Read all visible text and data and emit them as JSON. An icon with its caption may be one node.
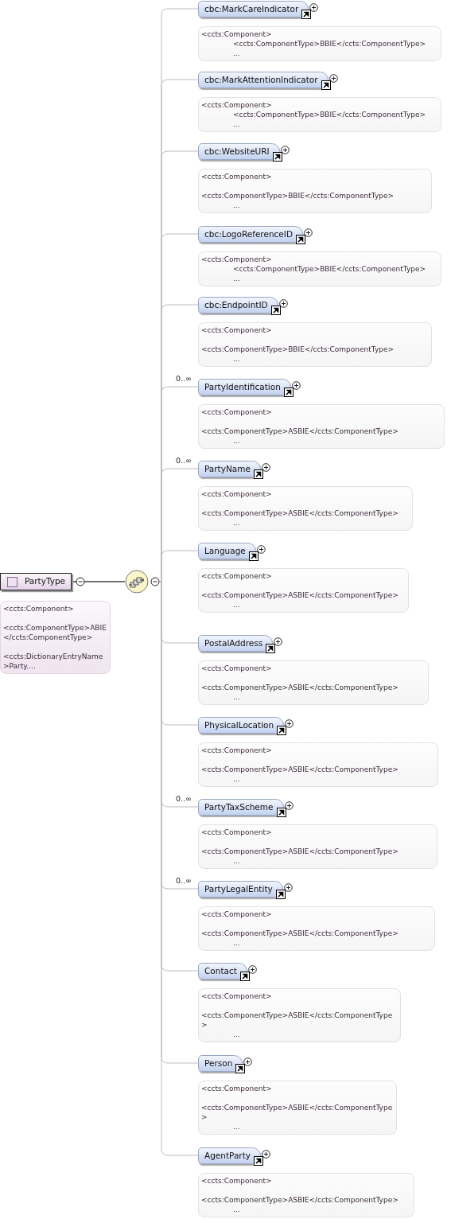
{
  "diagram": {
    "nodes": [
      {
        "text": [
          "PartyType"
        ]
      },
      {
        "text": [
          "<ccts:Component>",
          "<ccts:ComponentType>ABIE</ccts:ComponentType>",
          "<ccts:DictionaryEntryName>Party...."
        ]
      },
      {
        "text": [],
        "shape": "circle"
      },
      {
        "text": [
          "cbc:MarkCareIndicator"
        ]
      },
      {
        "text": [
          "<ccts:Component>",
          "<ccts:ComponentType>BBIE</ccts:ComponentType>",
          "..."
        ]
      },
      {
        "text": [
          "cbc:MarkAttentionIndicator"
        ]
      },
      {
        "text": [
          "<ccts:Component>",
          "<ccts:ComponentType>BBIE</ccts:ComponentType>",
          "..."
        ]
      },
      {
        "text": [
          "cbc:WebsiteURI"
        ]
      },
      {
        "text": [
          "<ccts:Component>",
          "<ccts:ComponentType>BBIE</ccts:ComponentType>",
          "..."
        ]
      },
      {
        "text": [
          "cbc:LogoReferenceID"
        ]
      },
      {
        "text": [
          "<ccts:Component>",
          "<ccts:ComponentType>BBIE</ccts:ComponentType>",
          "..."
        ]
      },
      {
        "text": [
          "cbc:EndpointID"
        ]
      },
      {
        "text": [
          "<ccts:Component>",
          "<ccts:ComponentType>BBIE</ccts:ComponentType>",
          "..."
        ]
      },
      {
        "text": [
          "PartyIdentification"
        ]
      },
      {
        "text": [
          "<ccts:Component>",
          "<ccts:ComponentType>ASBIE</ccts:ComponentType>",
          "..."
        ]
      },
      {
        "text": [
          "PartyName"
        ]
      },
      {
        "text": [
          "<ccts:Component>",
          "<ccts:ComponentType>ASBIE</ccts:ComponentType>",
          "..."
        ]
      },
      {
        "text": [
          "Language"
        ]
      },
      {
        "text": [
          "<ccts:Component>",
          "<ccts:ComponentType>ASBIE</ccts:ComponentType>",
          "..."
        ]
      },
      {
        "text": [
          "PostalAddress"
        ]
      },
      {
        "text": [
          "<ccts:Component>",
          "<ccts:ComponentType>ASBIE</ccts:ComponentType>",
          "..."
        ]
      },
      {
        "text": [
          "PhysicalLocation"
        ]
      },
      {
        "text": [
          "<ccts:Component>",
          "<ccts:ComponentType>ASBIE</ccts:ComponentType>",
          "..."
        ]
      },
      {
        "text": [
          "PartyTaxScheme"
        ]
      },
      {
        "text": [
          "<ccts:Component>",
          "<ccts:ComponentType>ASBIE</ccts:ComponentType>",
          "..."
        ]
      },
      {
        "text": [
          "PartyLegalEntity"
        ]
      },
      {
        "text": [
          "<ccts:Component>",
          "<ccts:ComponentType>ASBIE</ccts:ComponentType>",
          "..."
        ]
      },
      {
        "text": [
          "Contact"
        ]
      },
      {
        "text": [
          "<ccts:Component>",
          "<ccts:ComponentType>ASBIE</ccts:ComponentType>",
          "..."
        ]
      },
      {
        "text": [
          "Person"
        ]
      },
      {
        "text": [
          "<ccts:Component>",
          "<ccts:ComponentType>ASBIE</ccts:ComponentType>",
          "..."
        ]
      },
      {
        "text": [
          "AgentParty"
        ]
      },
      {
        "text": [
          "<ccts:Component>",
          "<ccts:ComponentType>ASBIE</ccts:ComponentType>",
          "..."
        ]
      }
    ],
    "edges": [
      {
        "from": 0,
        "to": 2,
        "arrow": "none",
        "color": "#444444"
      },
      {
        "from": 2,
        "to": 3,
        "arrow": "none"
      },
      {
        "from": 2,
        "to": 5,
        "arrow": "none"
      },
      {
        "from": 2,
        "to": 7,
        "arrow": "none"
      },
      {
        "from": 2,
        "to": 9,
        "arrow": "none"
      },
      {
        "from": 2,
        "to": 11,
        "arrow": "none"
      },
      {
        "from": 2,
        "to": 13,
        "arrow": "none",
        "label": "0..∞"
      },
      {
        "from": 2,
        "to": 15,
        "arrow": "none",
        "label": "0..∞"
      },
      {
        "from": 2,
        "to": 17,
        "arrow": "none"
      },
      {
        "from": 2,
        "to": 19,
        "arrow": "none"
      },
      {
        "from": 2,
        "to": 21,
        "arrow": "none"
      },
      {
        "from": 2,
        "to": 23,
        "arrow": "none",
        "label": "0..∞"
      },
      {
        "from": 2,
        "to": 25,
        "arrow": "none",
        "label": "0..∞"
      },
      {
        "from": 2,
        "to": 27,
        "arrow": "none"
      },
      {
        "from": 2,
        "to": 29,
        "arrow": "none"
      },
      {
        "from": 2,
        "to": 31,
        "arrow": "none"
      }
    ]
  }
}
